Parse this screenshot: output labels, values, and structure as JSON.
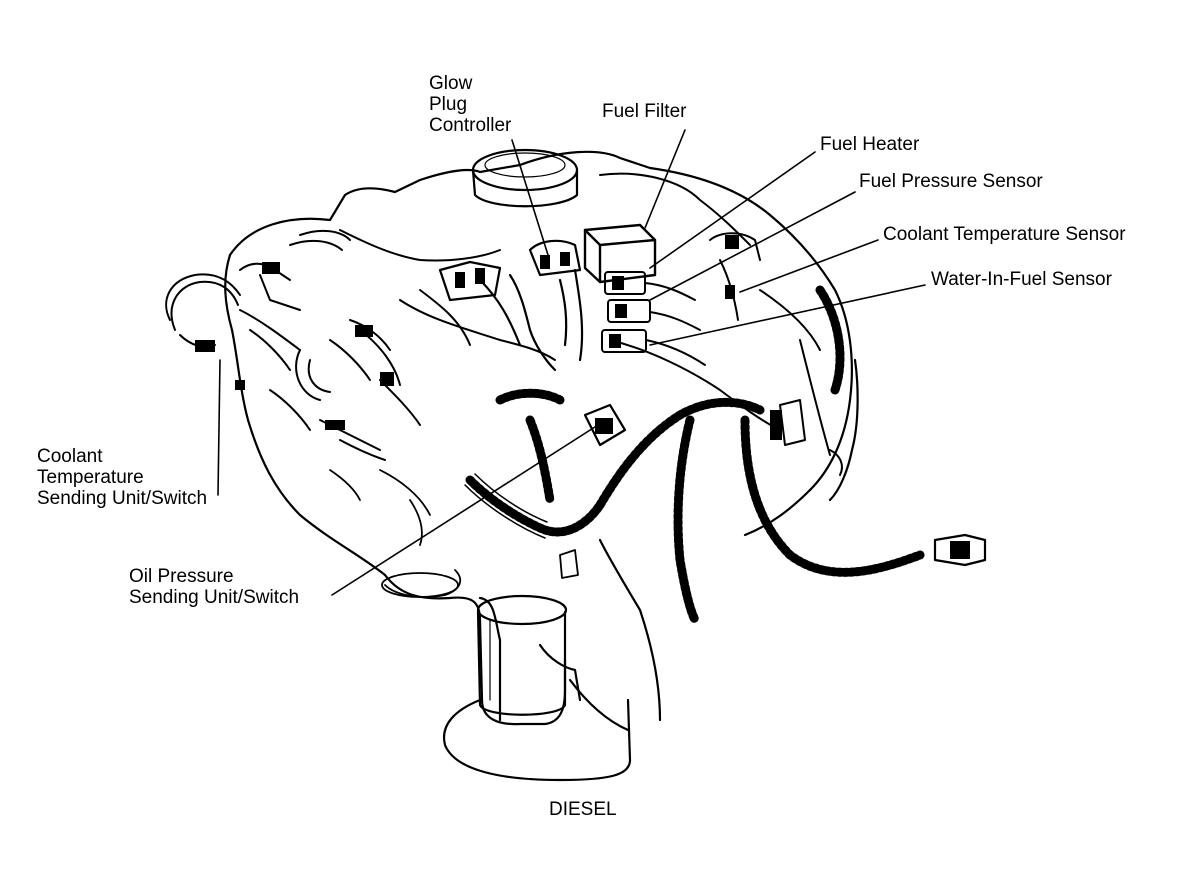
{
  "labels": {
    "glow_plug_controller": [
      "Glow",
      "Plug",
      "Controller"
    ],
    "fuel_filter": "Fuel Filter",
    "fuel_heater": "Fuel Heater",
    "fuel_pressure_sensor": "Fuel Pressure Sensor",
    "coolant_temperature_sensor": "Coolant Temperature Sensor",
    "water_in_fuel_sensor": "Water-In-Fuel Sensor",
    "coolant_temperature_sending_unit": [
      "Coolant",
      "Temperature",
      "Sending Unit/Switch"
    ],
    "oil_pressure_sending_unit": [
      "Oil Pressure",
      "Sending Unit/Switch"
    ]
  },
  "caption": "DIESEL"
}
